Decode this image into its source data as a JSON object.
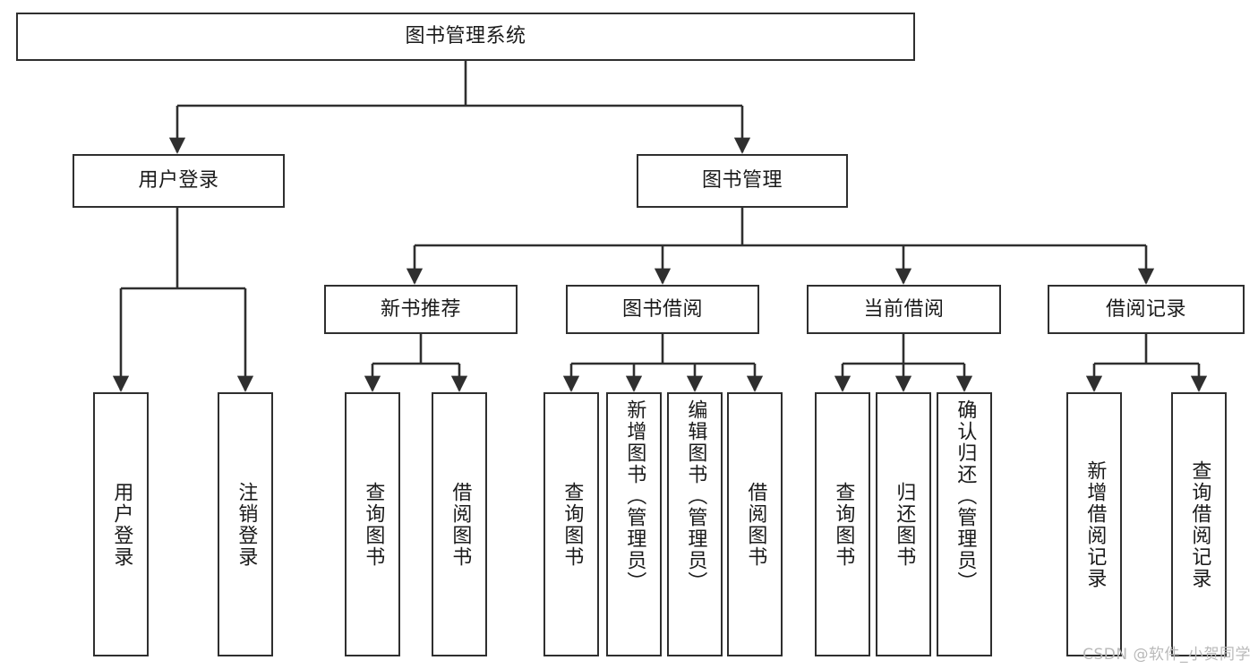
{
  "diagram": {
    "title": "图书管理系统",
    "type": "tree",
    "watermark": "CSDN @软件_小贺同学",
    "colors": {
      "stroke": "#2f2f2f",
      "fill": "#ffffff",
      "text": "#1a1a1a",
      "watermark": "#b9b9b9"
    },
    "root": {
      "label": "图书管理系统"
    },
    "level2": [
      {
        "label": "用户登录"
      },
      {
        "label": "图书管理"
      }
    ],
    "level3": [
      {
        "label": "新书推荐"
      },
      {
        "label": "图书借阅"
      },
      {
        "label": "当前借阅"
      },
      {
        "label": "借阅记录"
      }
    ],
    "leaves": {
      "user_login": [
        {
          "label": "用户登录"
        },
        {
          "label": "注销登录"
        }
      ],
      "new_book": [
        {
          "label": "查询图书"
        },
        {
          "label": "借阅图书"
        }
      ],
      "book_borrow": [
        {
          "label": "查询图书"
        },
        {
          "label": "新增图书（管理员）"
        },
        {
          "label": "编辑图书（管理员）"
        },
        {
          "label": "借阅图书"
        }
      ],
      "current_borrow": [
        {
          "label": "查询图书"
        },
        {
          "label": "归还图书"
        },
        {
          "label": "确认归还（管理员）"
        }
      ],
      "borrow_record": [
        {
          "label": "新增借阅记录"
        },
        {
          "label": "查询借阅记录"
        }
      ]
    }
  },
  "chart_data": {
    "type": "table",
    "title": "图书管理系统功能结构图",
    "nodes": [
      {
        "id": "root",
        "label": "图书管理系统",
        "level": 0,
        "parent": null
      },
      {
        "id": "n-user-login",
        "label": "用户登录",
        "level": 1,
        "parent": "root"
      },
      {
        "id": "n-book-mgmt",
        "label": "图书管理",
        "level": 1,
        "parent": "root"
      },
      {
        "id": "n-new-book",
        "label": "新书推荐",
        "level": 2,
        "parent": "n-book-mgmt"
      },
      {
        "id": "n-book-borrow",
        "label": "图书借阅",
        "level": 2,
        "parent": "n-book-mgmt"
      },
      {
        "id": "n-current-borrow",
        "label": "当前借阅",
        "level": 2,
        "parent": "n-book-mgmt"
      },
      {
        "id": "n-borrow-record",
        "label": "借阅记录",
        "level": 2,
        "parent": "n-book-mgmt"
      },
      {
        "id": "l-ul-1",
        "label": "用户登录",
        "level": 2,
        "parent": "n-user-login"
      },
      {
        "id": "l-ul-2",
        "label": "注销登录",
        "level": 2,
        "parent": "n-user-login"
      },
      {
        "id": "l-nb-1",
        "label": "查询图书",
        "level": 3,
        "parent": "n-new-book"
      },
      {
        "id": "l-nb-2",
        "label": "借阅图书",
        "level": 3,
        "parent": "n-new-book"
      },
      {
        "id": "l-bb-1",
        "label": "查询图书",
        "level": 3,
        "parent": "n-book-borrow"
      },
      {
        "id": "l-bb-2",
        "label": "新增图书（管理员）",
        "level": 3,
        "parent": "n-book-borrow"
      },
      {
        "id": "l-bb-3",
        "label": "编辑图书（管理员）",
        "level": 3,
        "parent": "n-book-borrow"
      },
      {
        "id": "l-bb-4",
        "label": "借阅图书",
        "level": 3,
        "parent": "n-book-borrow"
      },
      {
        "id": "l-cb-1",
        "label": "查询图书",
        "level": 3,
        "parent": "n-current-borrow"
      },
      {
        "id": "l-cb-2",
        "label": "归还图书",
        "level": 3,
        "parent": "n-current-borrow"
      },
      {
        "id": "l-cb-3",
        "label": "确认归还（管理员）",
        "level": 3,
        "parent": "n-current-borrow"
      },
      {
        "id": "l-br-1",
        "label": "新增借阅记录",
        "level": 3,
        "parent": "n-borrow-record"
      },
      {
        "id": "l-br-2",
        "label": "查询借阅记录",
        "level": 3,
        "parent": "n-borrow-record"
      }
    ]
  }
}
